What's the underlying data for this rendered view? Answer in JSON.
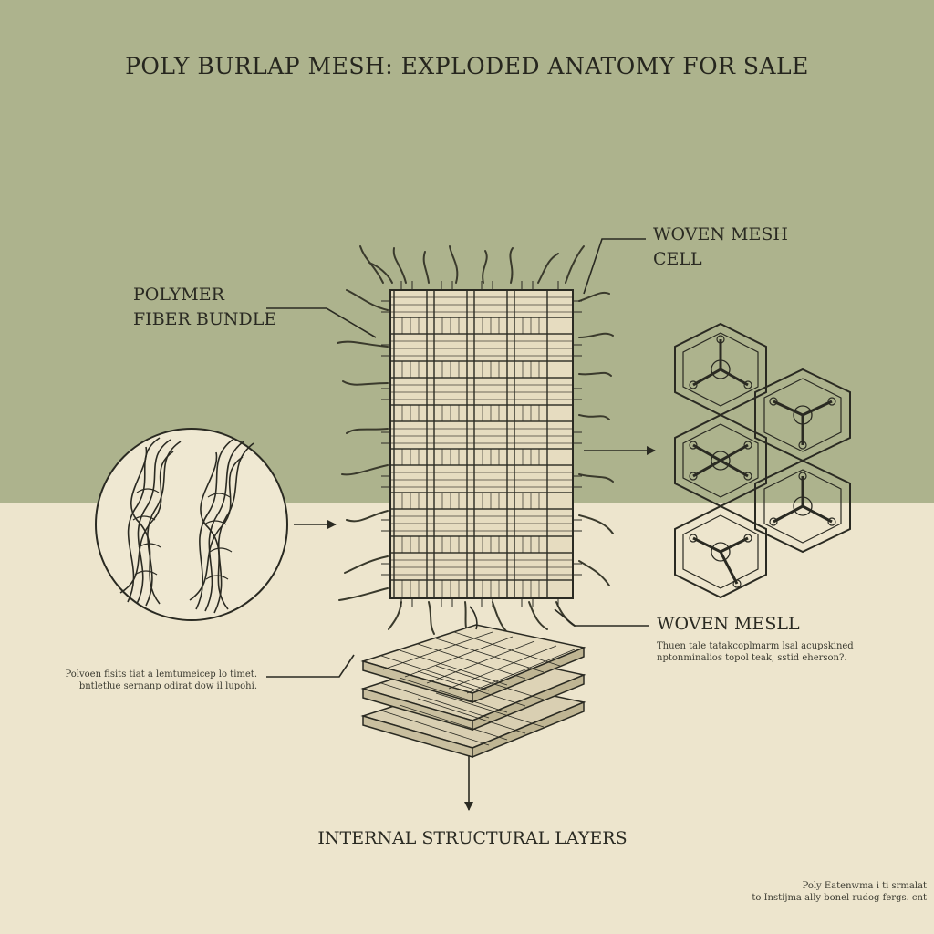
{
  "title": "POLY BURLAP MESH: EXPLODED ANATOMY FOR SALE",
  "labels": {
    "fiber_bundle_line1": "POLYMER",
    "fiber_bundle_line2": "FIBER BUNDLE",
    "mesh_cell_line1": "WOVEN MESH",
    "mesh_cell_line2": "CELL",
    "woven_mesh": "WOVEN MESLL",
    "woven_mesh_note_line1": "Thuen tale tatakcoplmarm lsal acupskined",
    "woven_mesh_note_line2": "nptonminalios topol teak, sstid eherson?.",
    "fiber_note_line1": "Polvoen fisits tiat a lemtumeicep lo timet.",
    "fiber_note_line2": "bntletlue sernanp odirat dow il lupohi.",
    "layers": "INTERNAL STRUCTURAL LAYERS",
    "footer_line1": "Poly Eatenwma i ti srmalat",
    "footer_line2": "to Instijma ally bonel rudog fergs. cnt"
  },
  "colors": {
    "top_background": "#adb38d",
    "bottom_background": "#ede5cd",
    "ink": "#2a2a22",
    "fabric": "#e6dcc0"
  }
}
